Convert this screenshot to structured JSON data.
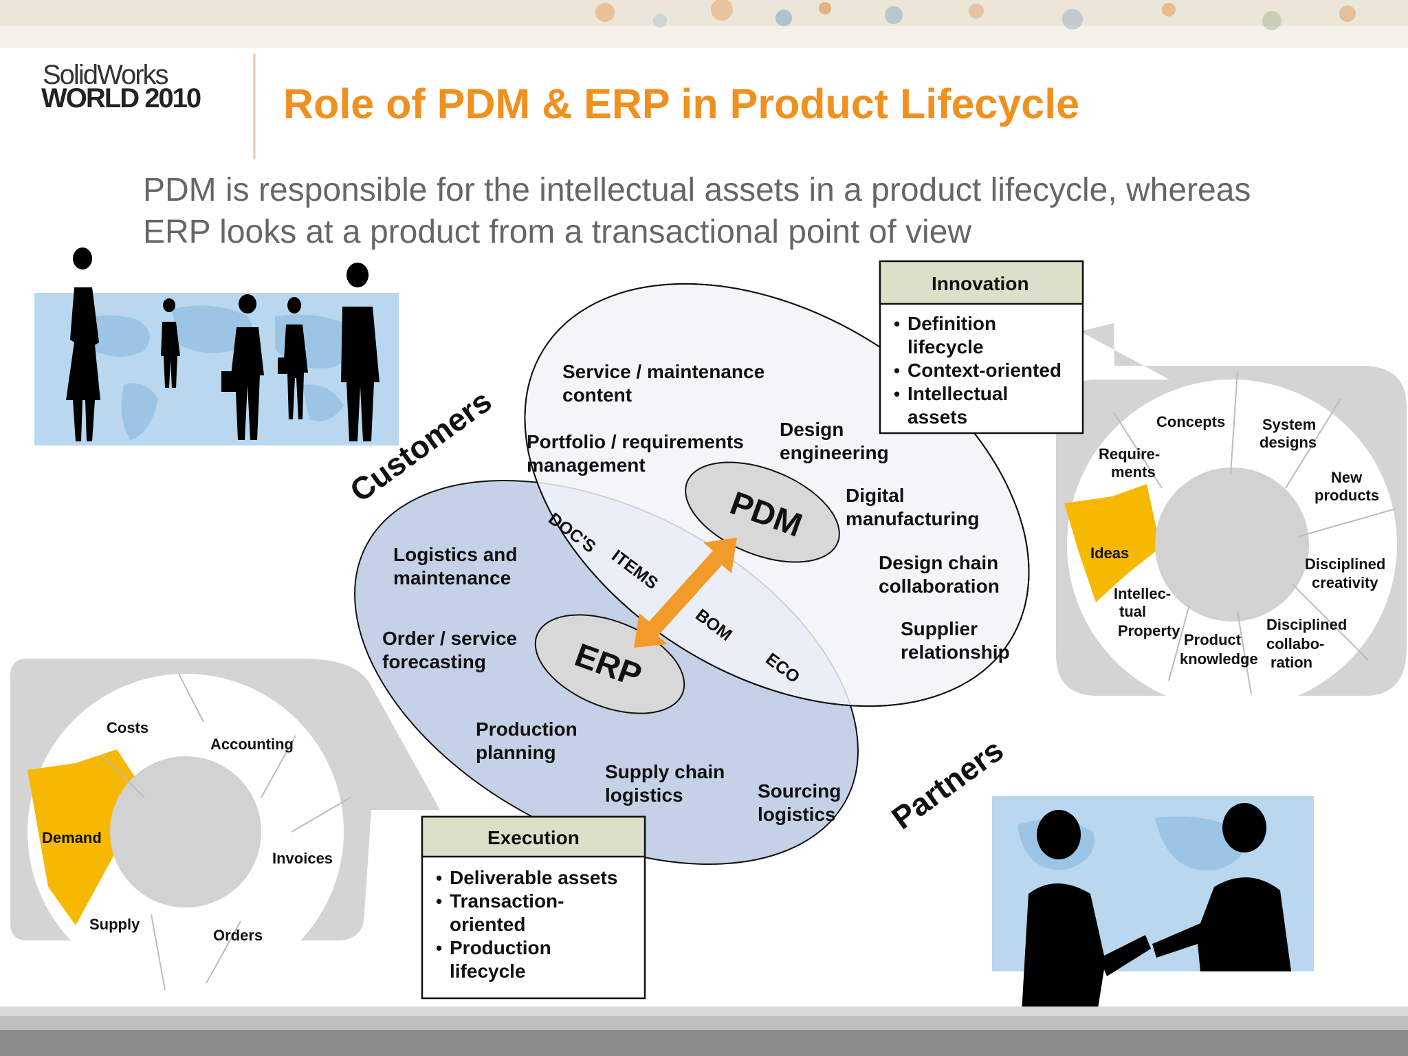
{
  "logo": {
    "line1": "SolidWorks",
    "line2": "WORLD 2010"
  },
  "title": "Role of PDM & ERP in Product Lifecycle",
  "subtitle": {
    "line1": "PDM is responsible for the intellectual assets in a product lifecycle, whereas",
    "line2": "ERP looks at a product from a transactional point of view"
  },
  "diagram": {
    "customers_label": "Customers",
    "partners_label": "Partners",
    "pdm_label": "PDM",
    "erp_label": "ERP",
    "overlap_labels": {
      "docs": "DOC'S",
      "items": "ITEMS",
      "bom": "BOM",
      "eco": "ECO"
    },
    "pdm_items": {
      "service_1": "Service / maintenance",
      "service_2": "content",
      "portfolio_1": "Portfolio / requirements",
      "portfolio_2": "management",
      "design_eng_1": "Design",
      "design_eng_2": "engineering",
      "digital_1": "Digital",
      "digital_2": "manufacturing",
      "chain_1": "Design chain",
      "chain_2": "collaboration",
      "supplier_1": "Supplier",
      "supplier_2": "relationship"
    },
    "erp_items": {
      "logistics_1": "Logistics and",
      "logistics_2": "maintenance",
      "order_1": "Order / service",
      "order_2": "forecasting",
      "production_1": "Production",
      "production_2": "planning",
      "supply_1": "Supply chain",
      "supply_2": "logistics",
      "sourcing_1": "Sourcing",
      "sourcing_2": "logistics"
    },
    "innovation_box": {
      "heading": "Innovation",
      "b1_1": "Definition",
      "b1_2": "lifecycle",
      "b2": "Context-oriented",
      "b3_1": "Intellectual",
      "b3_2": "assets"
    },
    "execution_box": {
      "heading": "Execution",
      "b1": "Deliverable assets",
      "b2_1": "Transaction-",
      "b2_2": "oriented",
      "b3_1": "Production",
      "b3_2": "lifecycle"
    },
    "innovation_cycle": {
      "concepts": "Concepts",
      "system_1": "System",
      "system_2": "designs",
      "req_1": "Require-",
      "req_2": "ments",
      "new_1": "New",
      "new_2": "products",
      "ideas": "Ideas",
      "dcr_1": "Disciplined",
      "dcr_2": "creativity",
      "ip_1": "Intellec-",
      "ip_2": "tual",
      "ip_3": "Property",
      "pk_1": "Product",
      "pk_2": "knowledge",
      "dco_1": "Disciplined",
      "dco_2": "collabo-",
      "dco_3": "ration"
    },
    "execution_cycle": {
      "costs": "Costs",
      "accounting": "Accounting",
      "demand": "Demand",
      "invoices": "Invoices",
      "supply": "Supply",
      "orders": "Orders"
    }
  },
  "colors": {
    "title": "#f0901e",
    "subtitle": "#666666",
    "erp_ellipse": "#c4d1e6",
    "pdm_ellipse": "#f1f3f8",
    "box_header": "#dde0c9",
    "highlight": "#f6b800",
    "arrow": "#f39b2a",
    "panel": "#d4d4d4"
  }
}
